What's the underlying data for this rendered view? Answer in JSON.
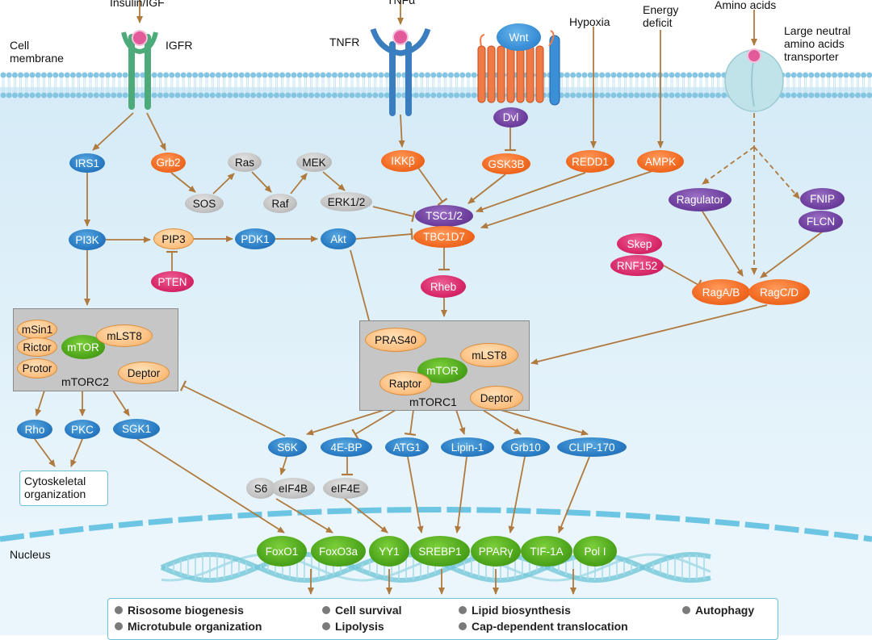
{
  "labels": {
    "cell_membrane": [
      "Cell",
      "membrane"
    ],
    "insulin": "Insulin/IGF",
    "igfr": "IGFR",
    "tnfa": "TNFα",
    "tnfr": "TNFR",
    "hypoxia": "Hypoxia",
    "energy_deficit": [
      "Energy",
      "deficit"
    ],
    "amino_acids": "Amino acids",
    "lnaat": [
      "Large neutral",
      "amino acids",
      "transporter"
    ],
    "nucleus": "Nucleus",
    "mtorc2": "mTORC2",
    "mtorc1": "mTORC1",
    "cytoskeletal": [
      "Cytoskeletal",
      "organization"
    ]
  },
  "nodes": {
    "wnt": "Wnt",
    "dvl": "Dvl",
    "irs1": "IRS1",
    "grb2": "Grb2",
    "sos": "SOS",
    "ras": "Ras",
    "raf": "Raf",
    "mek": "MEK",
    "erk": "ERK1/2",
    "ikkb": "IKKβ",
    "gsk3b": "GSK3B",
    "redd1": "REDD1",
    "ampk": "AMPK",
    "ragulator": "Ragulator",
    "fnip": "FNIP",
    "flcn": "FLCN",
    "tsc": "TSC1/2",
    "tbc": "TBC1D7",
    "pi3k": "PI3K",
    "pip3": "PIP3",
    "pdk1": "PDK1",
    "akt": "Akt",
    "pten": "PTEN",
    "skep": "Skep",
    "rnf152": "RNF152",
    "ragab": "RagA/B",
    "ragcd": "RagC/D",
    "rheb": "Rheb",
    "c2_msin1": "mSin1",
    "c2_rictor": "Rictor",
    "c2_mtor": "mTOR",
    "c2_mlst8": "mLST8",
    "c2_protor": "Protor",
    "c2_deptor": "Deptor",
    "c1_pras40": "PRAS40",
    "c1_mtor": "mTOR",
    "c1_mlst8": "mLST8",
    "c1_raptor": "Raptor",
    "c1_deptor": "Deptor",
    "rho": "Rho",
    "pkc": "PKC",
    "sgk1": "SGK1",
    "s6k": "S6K",
    "ebp": "4E-BP",
    "atg1": "ATG1",
    "lipin": "Lipin-1",
    "grb10": "Grb10",
    "clip": "CLIP-170",
    "s6": "S6",
    "eif4b": "eIF4B",
    "eif4e": "eIF4E",
    "foxo1": "FoxO1",
    "foxo3a": "FoxO3a",
    "yy1": "YY1",
    "srebp1": "SREBP1",
    "ppar": "PPARγ",
    "tif": "TIF-1A",
    "pol": "Pol I"
  },
  "outcomes": {
    "row1": [
      "Risosome biogenesis",
      "Cell survival",
      "Lipid biosynthesis",
      "Autophagy"
    ],
    "row2": [
      "Microtubule organization",
      "Lipolysis",
      "Cap-dependent translocation"
    ]
  },
  "colors": {
    "cytoplasm": "#e2f1fa",
    "membrane_head": "#84c5e2",
    "arrow": "#b07a3f",
    "receptor_green": "#4daa7a",
    "receptor_blue": "#3a7ec0",
    "wnt_receptor": "#ef7a46",
    "transporter": "#bfe3e8",
    "dna": "#72c7d8"
  }
}
